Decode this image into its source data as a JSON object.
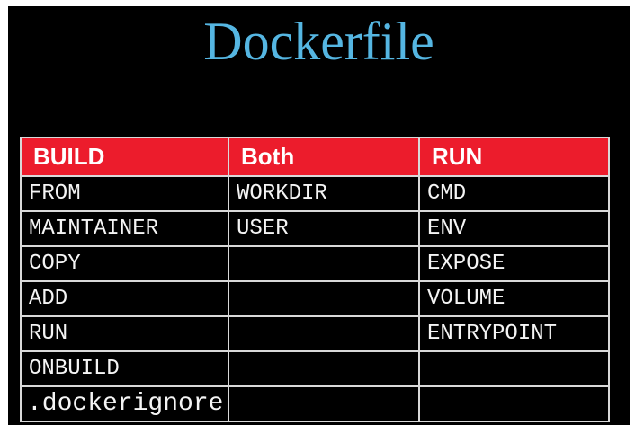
{
  "slide": {
    "background": "#000000",
    "page_background": "#ffffff",
    "title": {
      "text": "Dockerfile",
      "color": "#55b6e2"
    }
  },
  "table": {
    "header": {
      "background": "#ec1c2c",
      "text_color": "#ffffff",
      "columns": [
        "BUILD",
        "Both",
        "RUN"
      ]
    },
    "border_color": "#d9d9d9",
    "body_text_color": "#f4f4f4",
    "rows": [
      [
        "FROM",
        "WORKDIR",
        "CMD"
      ],
      [
        "MAINTAINER",
        "USER",
        "ENV"
      ],
      [
        "COPY",
        "",
        "EXPOSE"
      ],
      [
        "ADD",
        "",
        "VOLUME"
      ],
      [
        "RUN",
        "",
        "ENTRYPOINT"
      ],
      [
        "ONBUILD",
        "",
        ""
      ],
      [
        ".dockerignore",
        "",
        ""
      ]
    ]
  }
}
